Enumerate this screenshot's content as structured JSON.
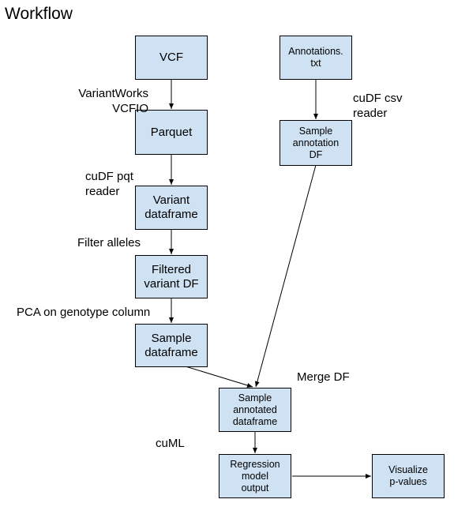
{
  "title": "Workflow",
  "nodes": {
    "vcf": "VCF",
    "parquet": "Parquet",
    "variant_df": "Variant\ndataframe",
    "filtered_df": "Filtered\nvariant DF",
    "sample_df": "Sample\ndataframe",
    "annotations": "Annotations.\ntxt",
    "sample_annotation_df": "Sample\nannotation\nDF",
    "sample_annotated_df": "Sample\nannotated\ndataframe",
    "regression": "Regression\nmodel\noutput",
    "visualize": "Visualize\np-values"
  },
  "edge_labels": {
    "variantworks": "VariantWorks\nVCFIO",
    "cudf_pqt": "cuDF pqt\nreader",
    "filter_alleles": "Filter alleles",
    "pca": "PCA on genotype column",
    "cudf_csv": "cuDF csv\nreader",
    "merge": "Merge DF",
    "cuml": "cuML"
  }
}
